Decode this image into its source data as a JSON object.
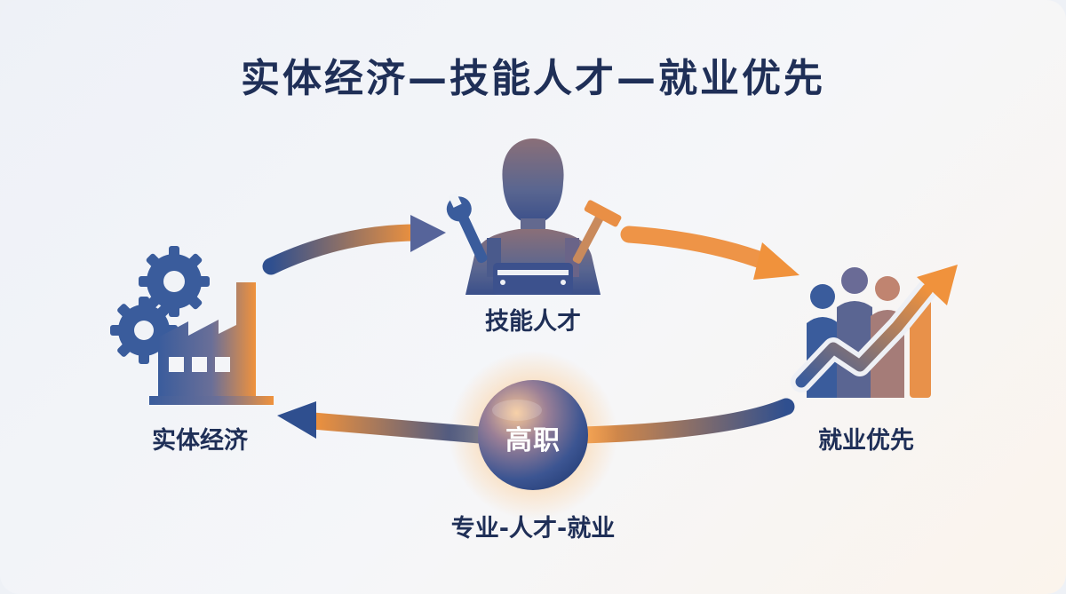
{
  "title": "实体经济—技能人才—就业优先",
  "nodes": {
    "skilled_talent": {
      "label": "技能人才",
      "icon": "worker-with-tools-icon"
    },
    "real_economy": {
      "label": "实体经济",
      "icon": "factory-gears-icon"
    },
    "employment_priority": {
      "label": "就业优先",
      "icon": "people-growth-chart-icon"
    },
    "vocational_hub": {
      "label": "高职"
    }
  },
  "caption": "专业-人才-就业",
  "colors": {
    "navy": "#2f4f8f",
    "orange": "#f0923c",
    "text": "#1f2f57"
  }
}
